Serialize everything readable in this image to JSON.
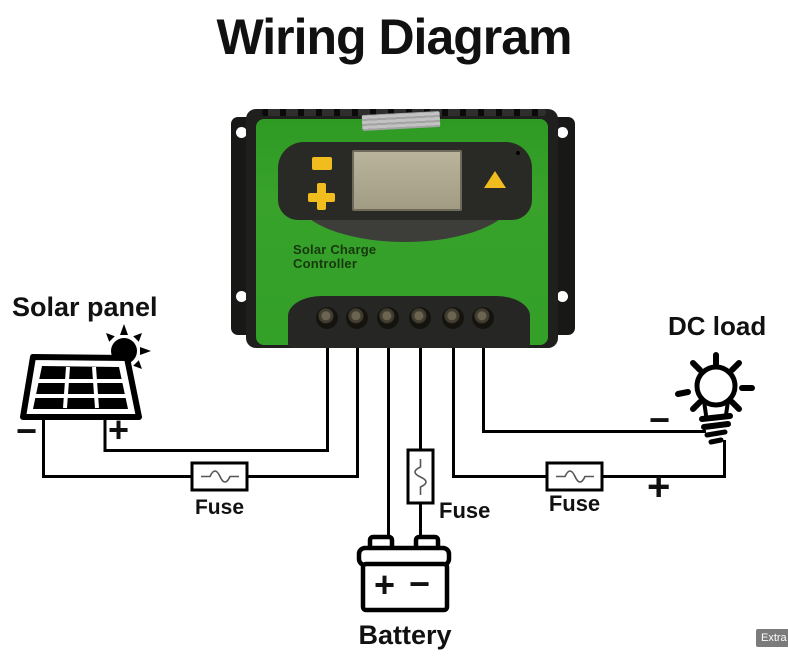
{
  "title": "Wiring Diagram",
  "colors": {
    "green": "#38a22b",
    "button_yellow": "#f0bc1e",
    "device_text": "#17380e",
    "wire": "#000000",
    "badge_bg": "#7b7b7b",
    "badge_text": "#ffffff"
  },
  "controller": {
    "label": "Solar Charge\nController"
  },
  "components": {
    "solar_panel": {
      "label": "Solar panel",
      "negative": "−",
      "positive": "+"
    },
    "dc_load": {
      "label": "DC load",
      "negative": "−",
      "positive": "+"
    },
    "battery": {
      "label": "Battery",
      "positive": "+",
      "negative": "−"
    },
    "fuses": {
      "solar": "Fuse",
      "battery": "Fuse",
      "load": "Fuse"
    }
  },
  "badge": {
    "label": "Extra"
  }
}
